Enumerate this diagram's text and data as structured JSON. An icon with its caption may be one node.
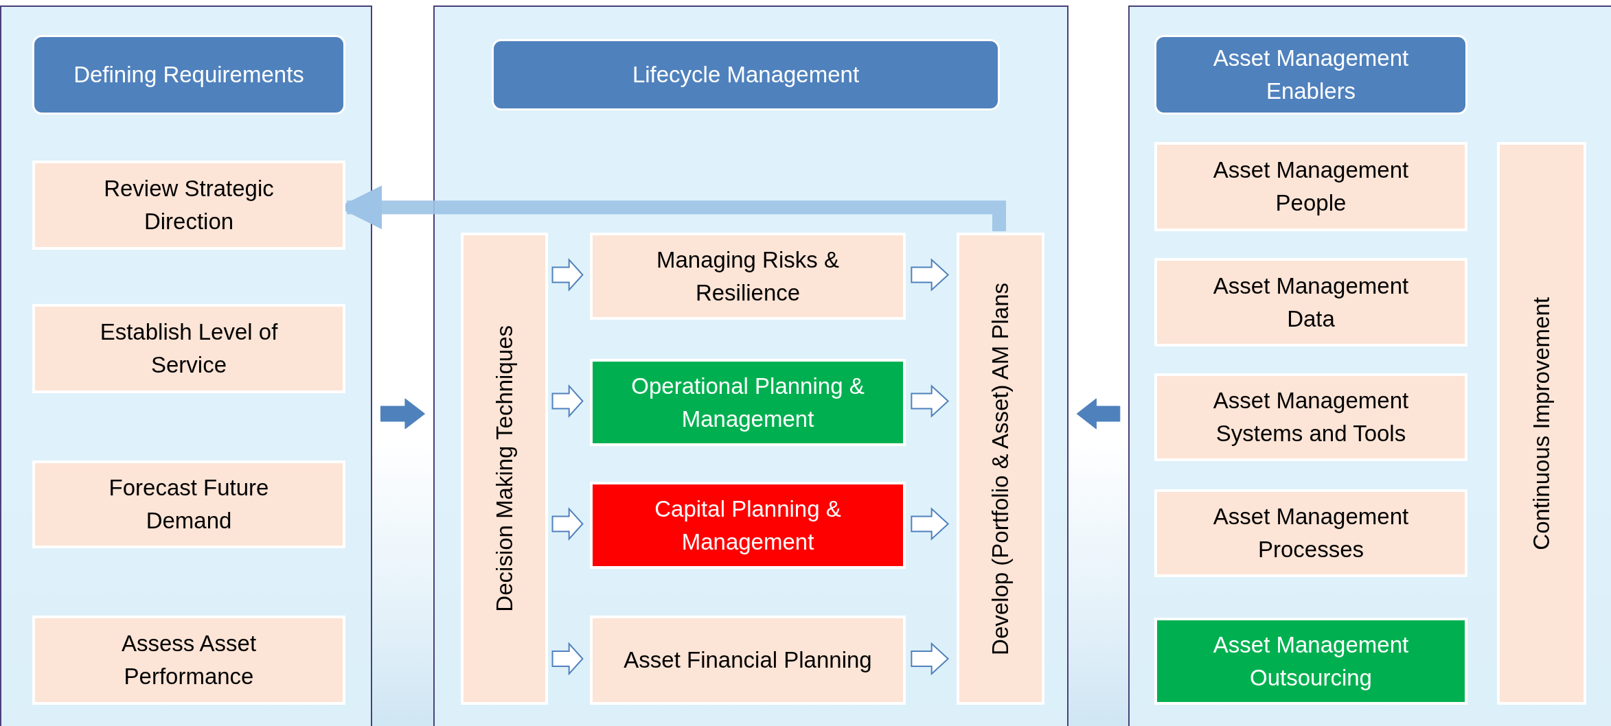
{
  "diagram": {
    "nodes": [
      {
        "text": [],
        "shape": "box"
      },
      {
        "text": [
          "Defining Requirements"
        ],
        "in": 0
      },
      {
        "text": [
          "Review Strategic Direction"
        ],
        "in": 0
      },
      {
        "text": [
          "Establish Level of Service"
        ],
        "in": 0
      },
      {
        "text": [
          "Forecast Future Demand"
        ],
        "in": 0
      },
      {
        "text": [
          "Assess Asset Performance"
        ],
        "in": 0
      },
      {
        "text": [],
        "shape": "box"
      },
      {
        "text": [
          "Lifecycle Management"
        ],
        "in": 6
      },
      {
        "text": [
          "Decision Making Techniques"
        ],
        "in": 6
      },
      {
        "text": [
          "Managing Risks & Resilience"
        ],
        "in": 6
      },
      {
        "text": [
          "Operational Planning & Management"
        ],
        "in": 6
      },
      {
        "text": [
          "Capital Planning & Management"
        ],
        "in": 6
      },
      {
        "text": [
          "Asset Financial Planning"
        ],
        "in": 6
      },
      {
        "text": [
          "Develop (Portfolio & Asset) AM Plans"
        ],
        "in": 6
      },
      {
        "text": [],
        "shape": "box"
      },
      {
        "text": [
          "Asset Management Enablers"
        ],
        "in": 14
      },
      {
        "text": [
          "Asset Management People"
        ],
        "in": 14
      },
      {
        "text": [
          "Asset Management Data"
        ],
        "in": 14
      },
      {
        "text": [
          "Asset Management Systems and Tools"
        ],
        "in": 14
      },
      {
        "text": [
          "Asset Management Processes"
        ],
        "in": 14
      },
      {
        "text": [
          "Asset Management Outsourcing"
        ],
        "in": 14
      },
      {
        "text": [
          "Continuous Improvement"
        ],
        "in": 14
      }
    ],
    "edges": [
      {
        "from": 0,
        "to": 6,
        "arrow": "to",
        "style": "thick",
        "color": "#4f81bd"
      },
      {
        "from": 14,
        "to": 6,
        "arrow": "to",
        "style": "thick",
        "color": "#4f81bd"
      },
      {
        "from": 8,
        "to": 9,
        "arrow": "to"
      },
      {
        "from": 8,
        "to": 10,
        "arrow": "to"
      },
      {
        "from": 8,
        "to": 11,
        "arrow": "to"
      },
      {
        "from": 8,
        "to": 12,
        "arrow": "to"
      },
      {
        "from": 9,
        "to": 13,
        "arrow": "to"
      },
      {
        "from": 10,
        "to": 13,
        "arrow": "to"
      },
      {
        "from": 11,
        "to": 13,
        "arrow": "to"
      },
      {
        "from": 12,
        "to": 13,
        "arrow": "to"
      },
      {
        "from": 13,
        "to": 2,
        "arrow": "to",
        "color": "#9dc3e6"
      }
    ]
  }
}
